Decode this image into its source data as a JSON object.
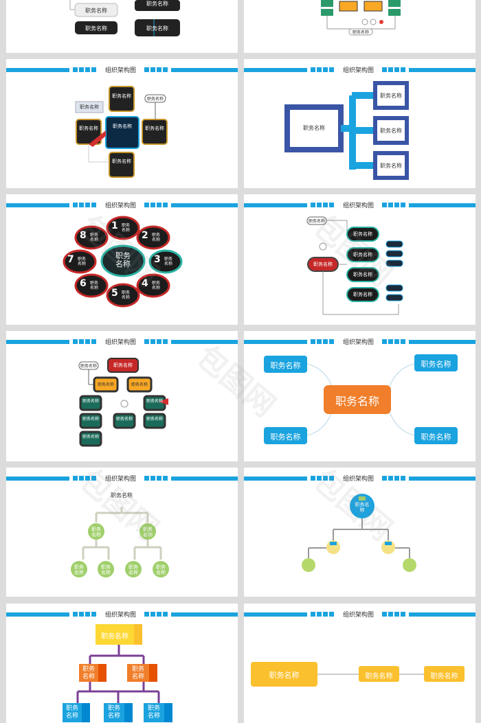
{
  "header_title": "组织架构图",
  "node_label": "职务名称",
  "big_node_label": "职务名称",
  "numbers": [
    "1",
    "2",
    "3",
    "4",
    "5",
    "6",
    "7",
    "8"
  ],
  "watermark": "包图网",
  "colors": {
    "accent": "#1aa3df",
    "orange": "#f07e2a",
    "yellow": "#fcc21b",
    "purple": "#7b3f97",
    "green": "#9fcf6a",
    "blue": "#1c88d0",
    "navy": "#3a55a5"
  }
}
